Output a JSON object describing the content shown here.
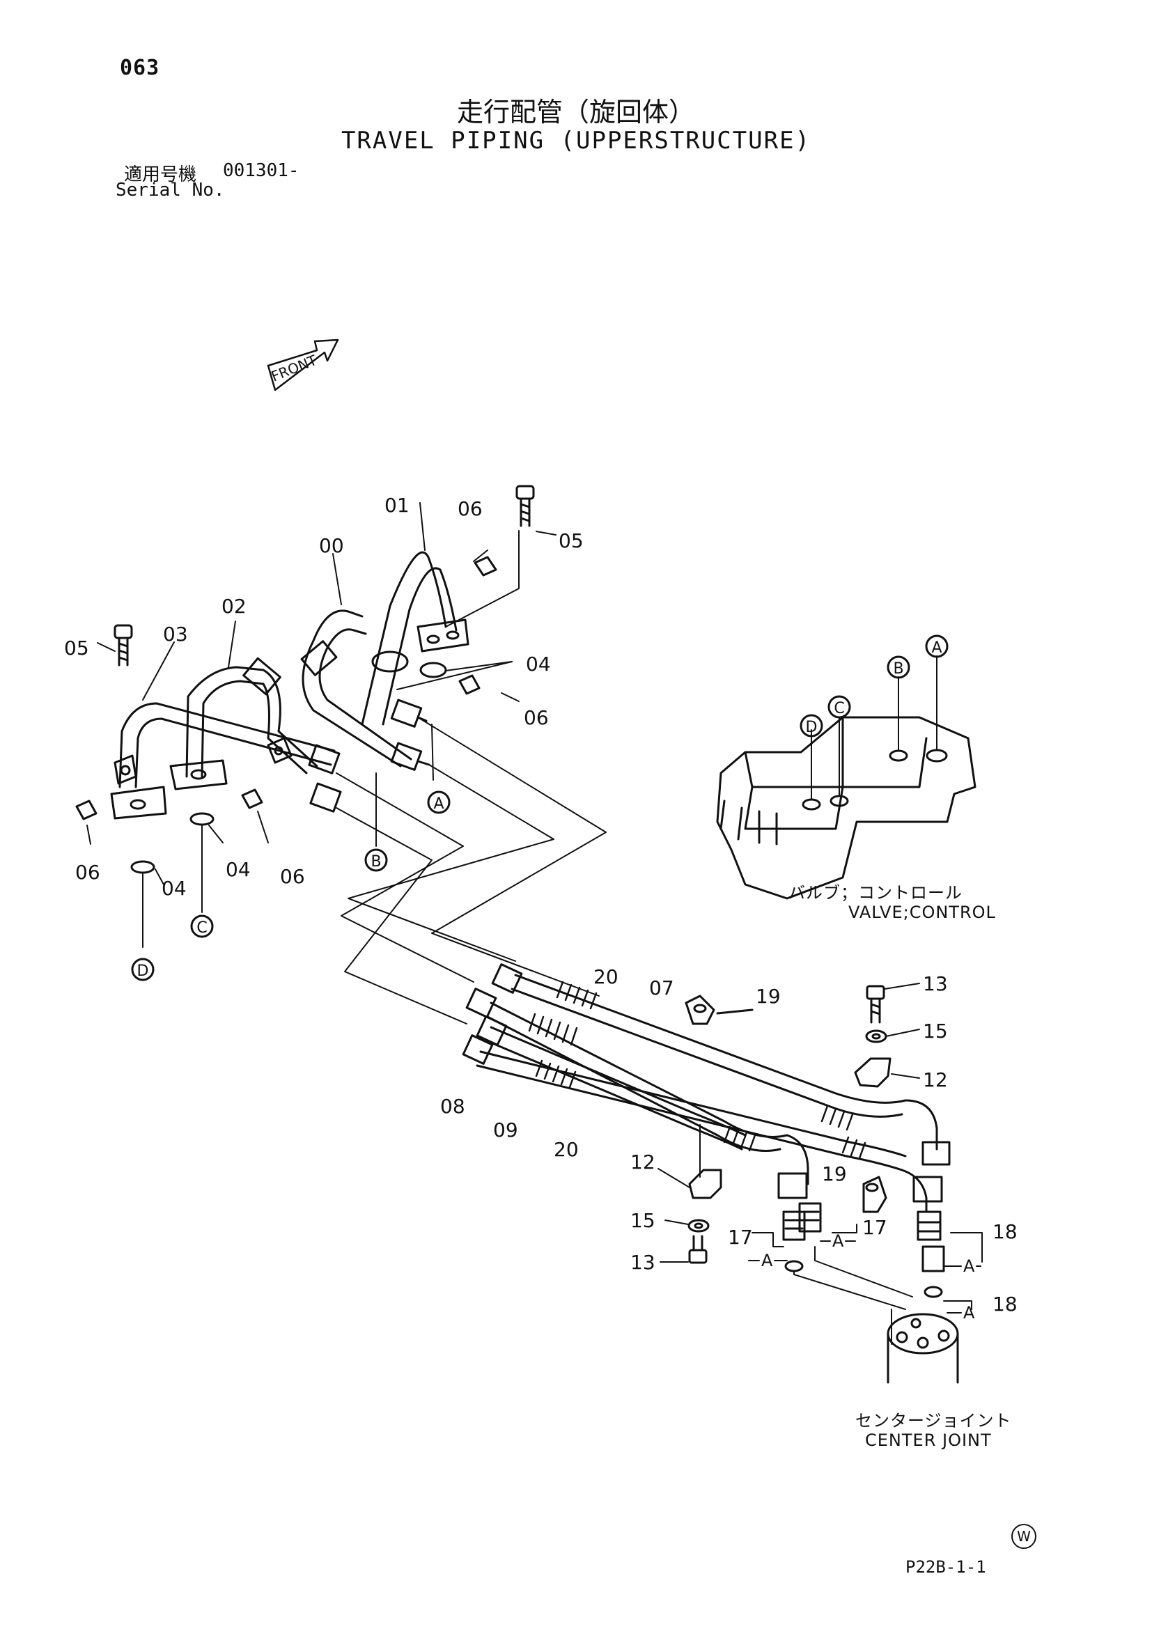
{
  "page_number": "063",
  "title_jp": "走行配管（旋回体）",
  "title_en": "TRAVEL PIPING (UPPERSTRUCTURE)",
  "serial_label_jp": "適用号機",
  "serial_value": "001301-",
  "serial_label_en": "Serial No.",
  "front_label": "FRONT",
  "part_labels": {
    "p00": "00",
    "p01": "01",
    "p02": "02",
    "p03": "03",
    "p04a": "04",
    "p04b": "04",
    "p04c": "04",
    "p05a": "05",
    "p05b": "05",
    "p06a": "06",
    "p06b": "06",
    "p06c": "06",
    "p06d": "06",
    "p07": "07",
    "p08": "08",
    "p09": "09",
    "p12a": "12",
    "p12b": "12",
    "p13a": "13",
    "p13b": "13",
    "p15a": "15",
    "p15b": "15",
    "p17a": "17",
    "p17b": "17",
    "p18a": "18",
    "p18b": "18",
    "p19a": "19",
    "p19b": "19",
    "p20a": "20",
    "p20b": "20"
  },
  "port_markers": {
    "a1": "A",
    "b1": "B",
    "c1": "C",
    "d1": "D",
    "a2": "A",
    "b2": "B",
    "c2": "C",
    "d2": "D",
    "a3": "A",
    "a4": "A",
    "a5": "A",
    "a6": "A"
  },
  "valve_caption_jp": "バルブ；コントロール",
  "valve_caption_en": "VALVE;CONTROL",
  "joint_caption_jp": "センタージョイント",
  "joint_caption_en": "CENTER JOINT",
  "footer_mark": "W",
  "footer_code": "P22B-1-1"
}
